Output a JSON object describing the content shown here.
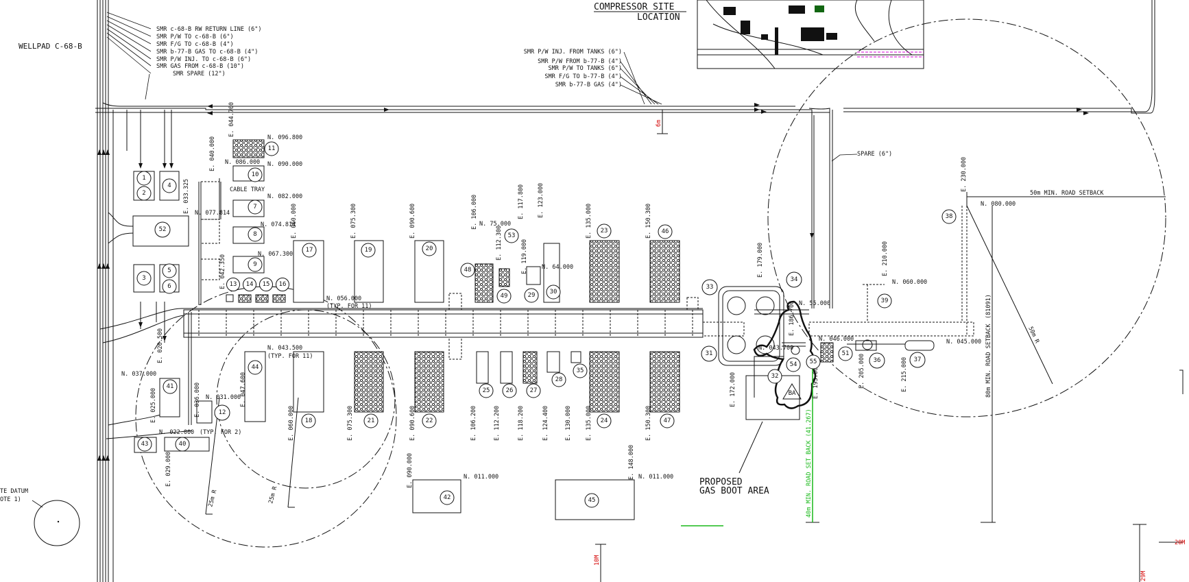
{
  "headings": {
    "wellpad": "WELLPAD C-68-B",
    "compressor_line1": "COMPRESSOR SITE",
    "compressor_line2": "LOCATION",
    "gas_boot_line1": "PROPOSED",
    "gas_boot_line2": "GAS BOOT AREA",
    "site_datum_line1": "TE DATUM",
    "site_datum_line2": "OTE 1)",
    "gas_boot_symbol": "BA"
  },
  "pipelines_west": [
    "SMR c-68-B RW RETURN LINE (6\")",
    "SMR P/W TO c-68-B (6\")",
    "SMR F/G TO c-68-B (4\")",
    "SMR b-77-B GAS TO c-68-B (4\")",
    "SMR P/W INJ. TO c-68-B (6\")",
    "SMR GAS FROM c-68-B (10\")",
    "SMR SPARE (12\")"
  ],
  "pipelines_north": [
    "SMR P/W INJ. FROM TANKS (6\")",
    "SMR P/W FROM b-77-B (4\")",
    "SMR P/W TO TANKS (6\")",
    "SMR F/G TO b-77-B (4\")",
    "SMR b-77-B GAS (4\")"
  ],
  "spare_line": "SPARE (6\")",
  "cable_tray": "CABLE TRAY",
  "setbacks": {
    "road_50": "50m MIN. ROAD SETBACK",
    "road_80": "80m MIN. ROAD SETBACK",
    "road_80_value": "(81091)",
    "road_40": "40m MIN. ROAD SET BACK (41.267)",
    "radius_50": "50m R",
    "radius_25a": "25m R",
    "radius_25b": "25m R"
  },
  "dims": {
    "d6m": "6m",
    "d10m": "10M",
    "d20m": "20M",
    "d29m": "29M"
  },
  "northings": [
    "N. 096.800",
    "N. 086.000",
    "N. 090.000",
    "N. 082.000",
    "N. 077.814",
    "N. 074.814",
    "N. 067.300",
    "N. 056.000",
    "(TYP. FOR 11)",
    "N. 75.000",
    "N. 64.000",
    "N. 043.500",
    "(TYP. FOR 11)",
    "N. 037.000",
    "N. 031.000",
    "N. 022.000",
    "(TYP. FOR 2)",
    "N. 011.000",
    "N. 011.000",
    "N. 080.000",
    "N. 060.000",
    "N. 55.000",
    "N. 046.000",
    "N. 045.000",
    "N. 043.700"
  ],
  "eastings": [
    "E. 044.700",
    "E. 040.000",
    "E. 033.325",
    "E. 060.000",
    "E. 075.300",
    "E. 090.600",
    "E. 106.000",
    "E. 117.800",
    "E. 123.000",
    "E. 135.000",
    "E. 150.300",
    "E. 112.300",
    "E. 119.000",
    "E. 042.350",
    "E. 026.500",
    "E. 025.000",
    "E. 036.000",
    "E. 047.600",
    "E. 029.000",
    "E. 060.000",
    "E. 075.300",
    "E. 090.600",
    "E. 106.200",
    "E. 112.200",
    "E. 118.200",
    "E. 124.400",
    "E. 130.000",
    "E. 135.000",
    "E. 150.300",
    "E. 090.000",
    "E. 148.000",
    "E. 179.000",
    "E. 186.700",
    "E. 172.000",
    "E. 193.000",
    "E. 205.000",
    "E. 210.000",
    "E. 215.000",
    "E. 230.000"
  ],
  "balloons": [
    "1",
    "2",
    "3",
    "4",
    "5",
    "6",
    "7",
    "8",
    "9",
    "10",
    "11",
    "12",
    "13",
    "14",
    "15",
    "16",
    "17",
    "18",
    "19",
    "20",
    "21",
    "22",
    "23",
    "24",
    "25",
    "26",
    "27",
    "28",
    "29",
    "30",
    "31",
    "32",
    "33",
    "34",
    "35",
    "36",
    "37",
    "38",
    "39",
    "40",
    "41",
    "42",
    "43",
    "44",
    "45",
    "46",
    "47",
    "48",
    "49",
    "51",
    "52",
    "53",
    "54",
    "55"
  ],
  "colors": {
    "linework": "#111111",
    "dimension_red": "#d40000",
    "setback_green": "#18b818",
    "magenta": "#d400d4",
    "dark_green": "#116611"
  }
}
